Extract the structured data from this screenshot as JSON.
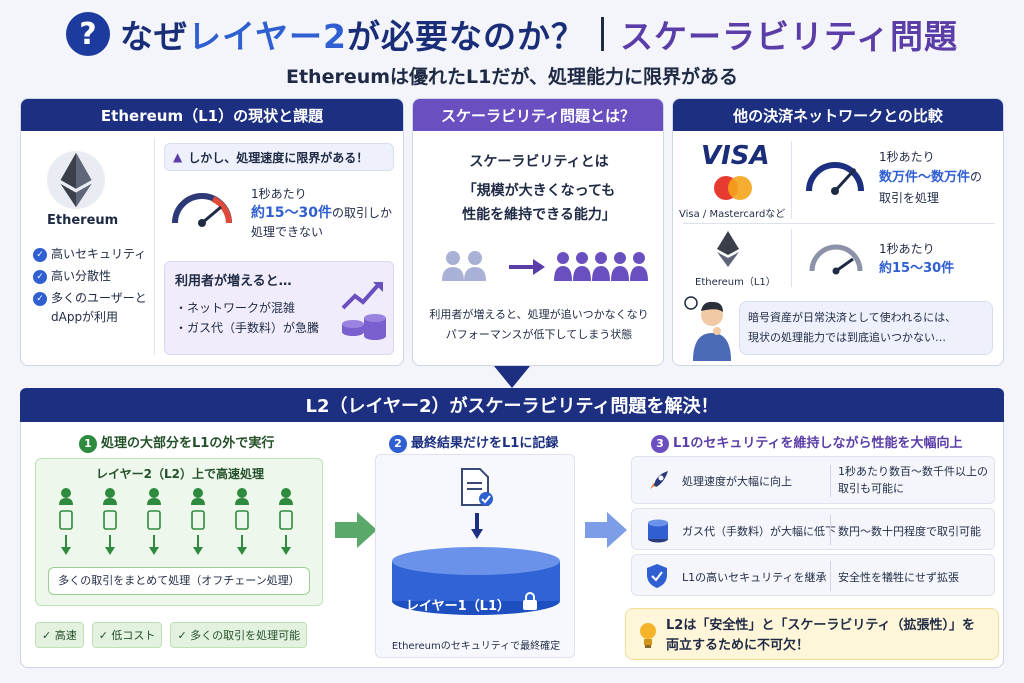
{
  "header": {
    "title_part1": "なぜ",
    "title_highlight": "レイヤー2",
    "title_part2": "が必要なのか？",
    "title_right": "スケーラビリティ問題",
    "subtitle": "Ethereumは優れたL1だが、処理能力に限界がある"
  },
  "panel_l1": {
    "heading": "Ethereum（L1）の現状と課題",
    "logo_label": "Ethereum",
    "features": [
      "高いセキュリティ",
      "高い分散性",
      "多くのユーザーと",
      "dAppが利用"
    ],
    "warning": "しかし、処理速度に限界がある！",
    "speed_line1": "1秒あたり",
    "speed_value": "約15〜30件",
    "speed_line2": "の取引しか",
    "speed_line3": "処理できない",
    "users_title": "利用者が増えると…",
    "users_items": [
      "・ネットワークが混雑",
      "・ガス代（手数料）が急騰"
    ]
  },
  "panel_scal": {
    "heading": "スケーラビリティ問題とは？",
    "intro": "スケーラビリティとは",
    "quote_line1": "「規模が大きくなっても",
    "quote_line2": "性能を維持できる能力」",
    "desc_line1": "利用者が増えると、処理が追いつかなくなり",
    "desc_line2": "パフォーマンスが低下してしまう状態"
  },
  "panel_compare": {
    "heading": "他の決済ネットワークとの比較",
    "visa_label": "VISA",
    "visa_caption": "Visa / Mastercardなど",
    "visa_line1": "1秒あたり",
    "visa_value": "数万件〜数万件",
    "visa_line2": "の",
    "visa_line3": "取引を処理",
    "eth_caption": "Ethereum（L1）",
    "eth_line1": "1秒あたり",
    "eth_value": "約15〜30件",
    "bubble_line1": "暗号資産が日常決済として使われるには、",
    "bubble_line2": "現状の処理能力では到底追いつかない…"
  },
  "banner": "L2（レイヤー2）がスケーラビリティ問題を解決！",
  "step1": {
    "number": "1",
    "title": "処理の大部分をL1の外で実行",
    "box_title": "レイヤー2（L2）上で高速処理",
    "batch_text": "多くの取引をまとめて処理（オフチェーン処理）",
    "tags": [
      "✓ 高速",
      "✓ 低コスト",
      "✓ 多くの取引を処理可能"
    ]
  },
  "step2": {
    "number": "2",
    "title": "最終結果だけをL1に記録",
    "layer_label": "レイヤー1（L1）",
    "caption": "Ethereumのセキュリティで最終確定"
  },
  "step3": {
    "number": "3",
    "title": "L1のセキュリティを維持しながら性能を大幅向上",
    "rows": [
      {
        "left": "処理速度が大幅に向上",
        "right1": "1秒あたり数百〜数千件以上の",
        "right2": "取引も可能に"
      },
      {
        "left": "ガス代（手数料）が大幅に低下",
        "right1": "数円〜数十円程度で取引可能",
        "right2": ""
      },
      {
        "left": "L1の高いセキュリティを継承",
        "right1": "安全性を犠牲にせず拡張",
        "right2": ""
      }
    ],
    "conclusion_line1": "L2は「安全性」と「スケーラビリティ（拡張性）」を",
    "conclusion_line2": "両立するために不可欠！"
  },
  "colors": {
    "navy": "#1d2f80",
    "purple": "#6a4fc0",
    "blue": "#2f5fd0",
    "green": "#2e8b3e",
    "orange": "#e8772e"
  }
}
